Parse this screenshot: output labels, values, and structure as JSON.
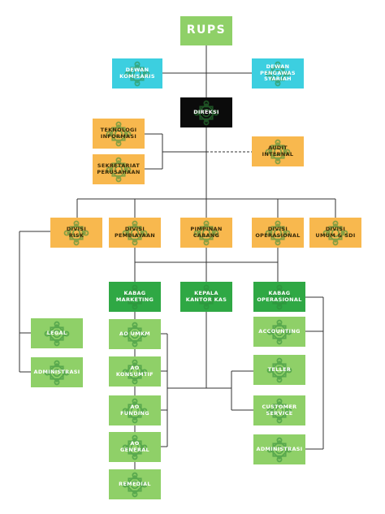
{
  "colors": {
    "top": "#8fd068",
    "board": "#3ccfe0",
    "direksi": "#0b0b0b",
    "unit": "#f8b84e",
    "kabag": "#2fa844",
    "staff": "#8fd068",
    "line": "#333333"
  },
  "ornament_icon": "green-geometric-ornament-icon",
  "nodes": {
    "rups": "RUPS",
    "dewan_komisaris": "DEWAN\nKOMISARIS",
    "dewan_pengawas": "DEWAN\nPENGAWAS\nSYARIAH",
    "direksi": "DIREKSI",
    "teknologi": "TEKNOLOGI\nINFORMASI",
    "sekretariat": "SEKRETARIAT\nPERUSAHAAN",
    "audit": "AUDIT\nINTERNAL",
    "divisi_risk": "DIVISI\nRISK",
    "divisi_pembiayaan": "DIVISI\nPEMBIAYAAN",
    "pimpinan_cabang": "PIMPINAN\nCABANG",
    "divisi_operasional": "DIVISI\nOPERASIONAL",
    "divisi_umum": "DIVISI\nUMUM & SDI",
    "kabag_marketing": "KABAG\nMARKETING",
    "kepala_kantor_kas": "KEPALA\nKANTOR KAS",
    "kabag_operasional": "KABAG\nOPERASIONAL",
    "legal": "LEGAL",
    "administrasi_left": "ADMINISTRASI",
    "ao_umkm": "AO UMKM",
    "ao_konsumtif": "AO\nKONSUMTIF",
    "ao_funding": "AO\nFUNDING",
    "ao_general": "AO\nGENERAL",
    "remedial": "REMEDIAL",
    "accounting": "ACCOUNTING",
    "teller": "TELLER",
    "customer_service": "CUSTOMER\nSERVICE",
    "administrasi_right": "ADMINISTRASI"
  }
}
